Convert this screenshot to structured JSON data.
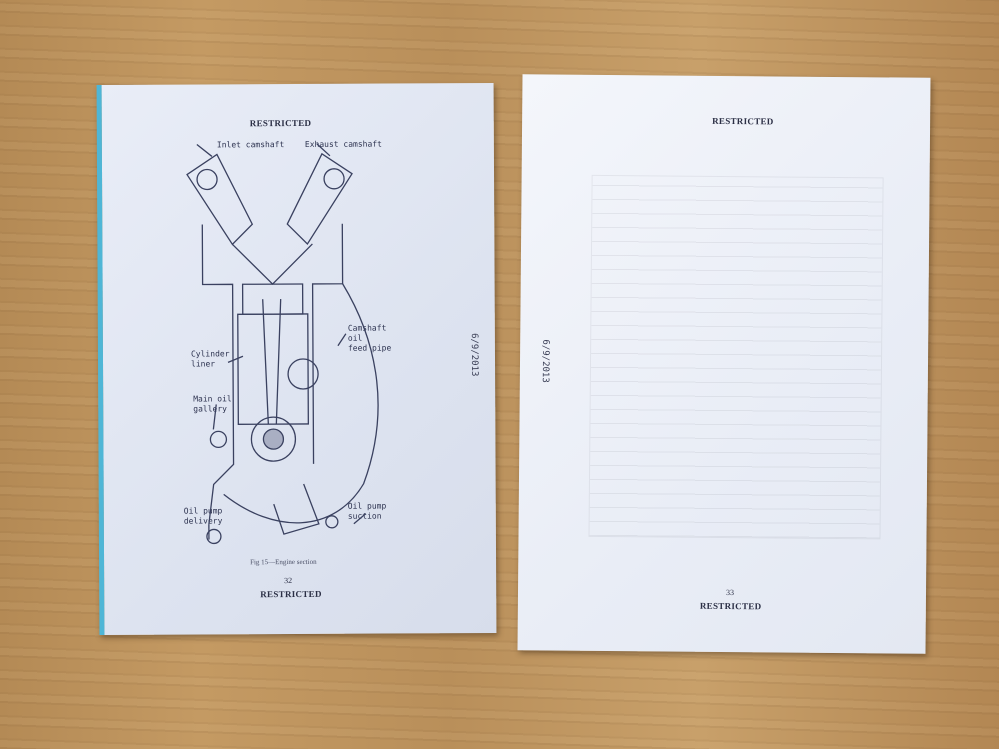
{
  "left_page": {
    "header": "RESTRICTED",
    "labels": {
      "inlet_camshaft": "Inlet camshaft",
      "exhaust_camshaft": "Exhaust camshaft",
      "camshaft_oil_feed_pipe": [
        "Camshaft",
        "oil",
        "feed pipe"
      ],
      "cylinder_liner": [
        "Cylinder",
        "liner"
      ],
      "main_oil_gallery": [
        "Main oil",
        "gallery"
      ],
      "oil_pump_delivery": [
        "Oil pump",
        "delivery"
      ],
      "oil_pump_suction": [
        "Oil pump",
        "suction"
      ]
    },
    "caption": "Fig 15—Engine section",
    "page_number": "32",
    "footer": "RESTRICTED",
    "date_stamp": "6/9/2013",
    "edge_color": "#4fb6d6"
  },
  "right_page": {
    "header": "RESTRICTED",
    "page_number": "33",
    "footer": "RESTRICTED",
    "date_stamp": "6/9/2013"
  },
  "colors": {
    "table": "#c49a63",
    "paper": "#e9edf7",
    "ink": "#2b2f45"
  }
}
